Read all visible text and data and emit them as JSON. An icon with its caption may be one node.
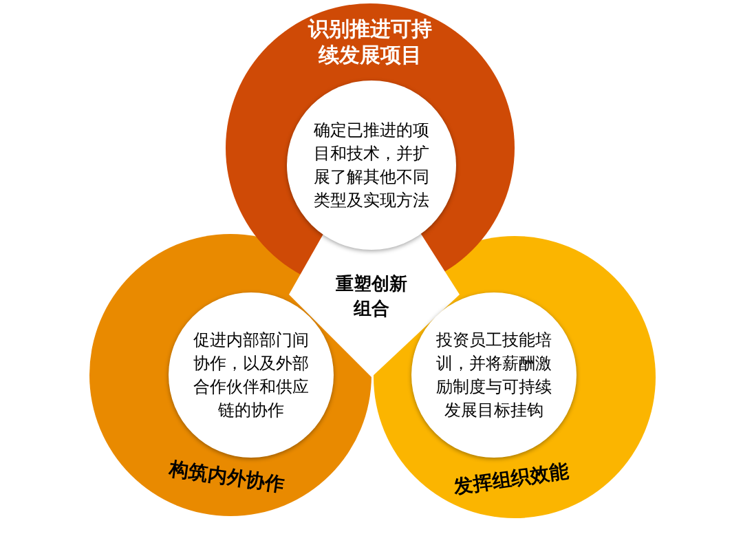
{
  "diagram": {
    "nodes": [
      {
        "text": [
          "识别推进可持续发展项目"
        ]
      },
      {
        "text": [
          "确定已推进的项目和技术，并扩展了解其他不同类型及实现方法"
        ],
        "in": 0
      },
      {
        "text": [
          "构筑内外协作"
        ]
      },
      {
        "text": [
          "促进内部部门间协作，以及外部合作伙伴和供应链的协作"
        ],
        "in": 2
      },
      {
        "text": [
          "发挥组织效能"
        ]
      },
      {
        "text": [
          "投资员工技能培训，并将薪酬激励制度与可持续发展目标挂钩"
        ],
        "in": 4
      },
      {
        "text": [
          "重塑创新组合"
        ]
      }
    ]
  }
}
